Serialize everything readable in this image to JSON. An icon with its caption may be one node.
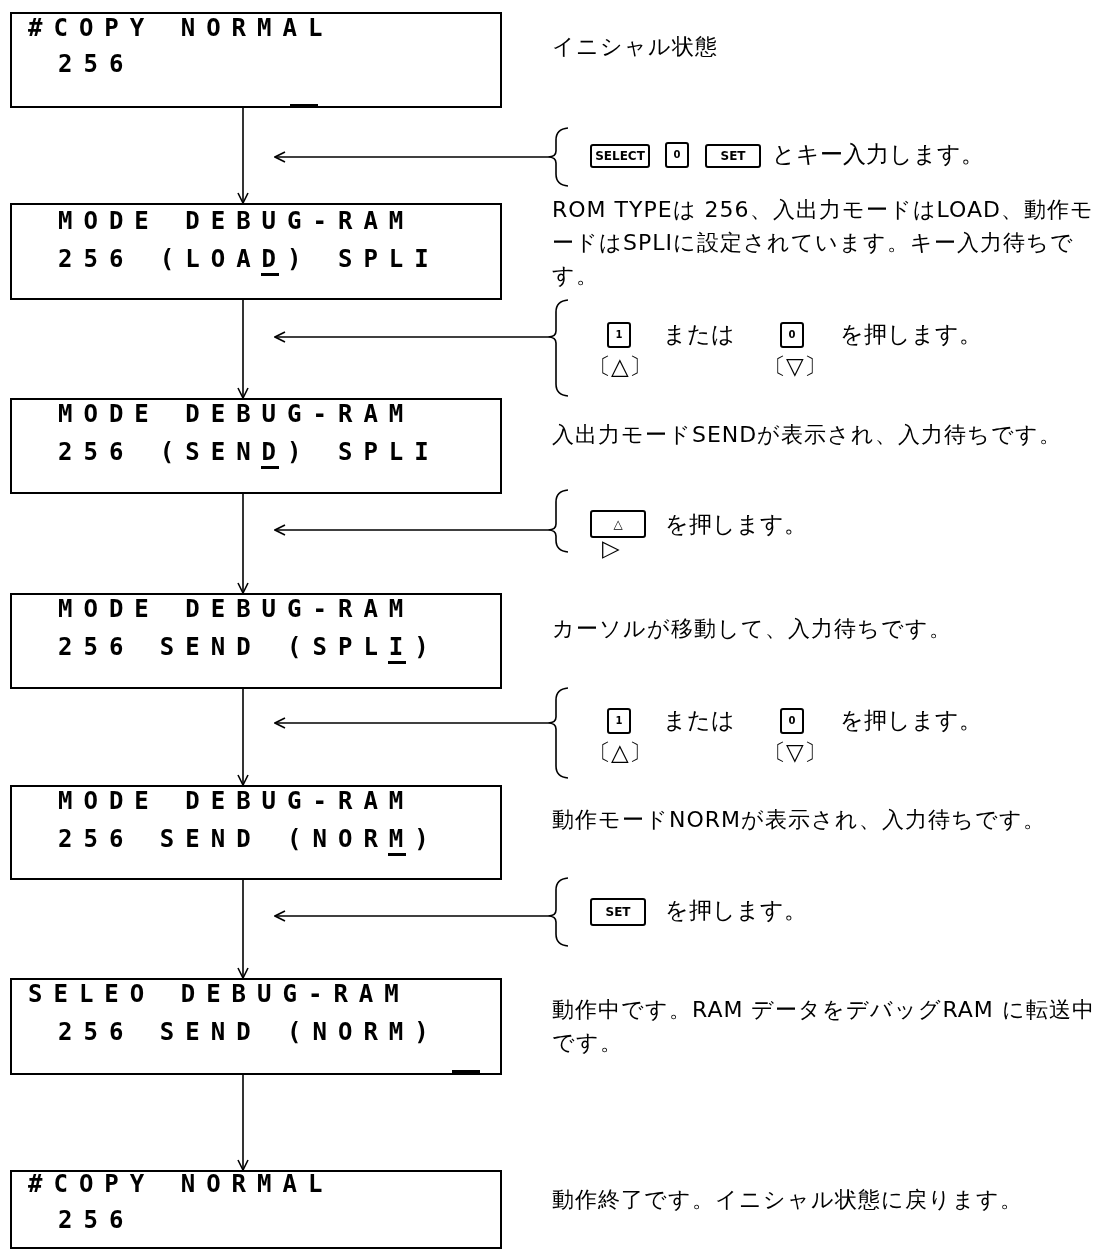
{
  "diagram": {
    "nodes": [
      {
        "text": [
          "#COPY NORMAL",
          "256"
        ]
      },
      {
        "text": [
          "SELECT",
          "0",
          "SET",
          "とキー入力します。"
        ]
      },
      {
        "text": [
          "MODE DEBUG-RAM",
          "256 (LOAD) SPLI"
        ]
      },
      {
        "text": [
          "1",
          "〔△〕",
          "または",
          "0",
          "〔▽〕",
          "を押します。"
        ]
      },
      {
        "text": [
          "MODE DEBUG-RAM",
          "256 (SEND) SPLI"
        ]
      },
      {
        "text": [
          "△",
          "▷",
          "を押します。"
        ]
      },
      {
        "text": [
          "MODE DEBUG-RAM",
          "256 SEND (SPLI)"
        ]
      },
      {
        "text": [
          "1",
          "〔△〕",
          "または",
          "0",
          "〔▽〕",
          "を押します。"
        ]
      },
      {
        "text": [
          "MODE DEBUG-RAM",
          "256 SEND (NORM)"
        ]
      },
      {
        "text": [
          "SET",
          "を押します。"
        ]
      },
      {
        "text": [
          "SELEO DEBUG-RAM",
          "256 SEND (NORM)"
        ]
      },
      {
        "text": [
          "#COPY NORMAL",
          "256"
        ]
      }
    ],
    "labels": [
      "イニシャル状態",
      "ROM TYPEは 256、入出力モードはLOAD、動作モードはSPLIに設定されています。キー入力待ちです。",
      "入出力モードSENDが表示され、入力待ちです。",
      "カーソルが移動して、入力待ちです。",
      "動作モードNORMが表示され、入力待ちです。",
      "動作中です。RAM データをデバッグRAM に転送中です。",
      "動作終了です。イニシャル状態に戻ります。"
    ],
    "edges": [
      {
        "from": 0,
        "to": 2,
        "arrow": "to"
      },
      {
        "from": 2,
        "to": 4,
        "arrow": "to"
      },
      {
        "from": 4,
        "to": 6,
        "arrow": "to"
      },
      {
        "from": 6,
        "to": 8,
        "arrow": "to"
      },
      {
        "from": 8,
        "to": 10,
        "arrow": "to"
      },
      {
        "from": 10,
        "to": 11,
        "arrow": "to"
      },
      {
        "from": 1,
        "to": null,
        "arrow": "to"
      },
      {
        "from": 3,
        "to": null,
        "arrow": "to"
      },
      {
        "from": 5,
        "to": null,
        "arrow": "to"
      },
      {
        "from": 7,
        "to": null,
        "arrow": "to"
      },
      {
        "from": 9,
        "to": null,
        "arrow": "to"
      }
    ]
  }
}
